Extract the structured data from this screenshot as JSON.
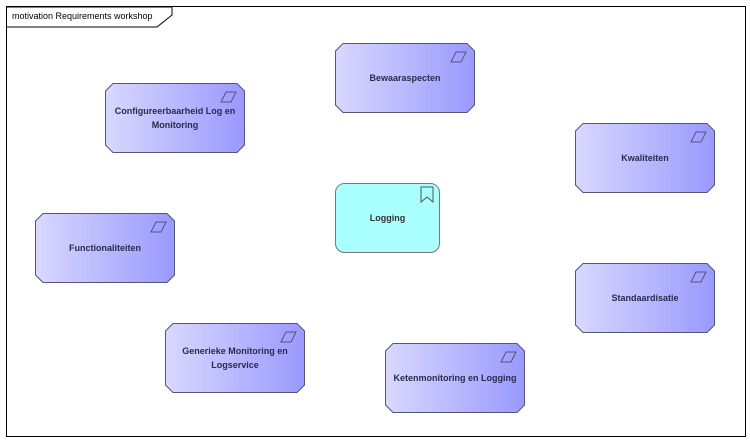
{
  "frame": {
    "title": "motivation Requirements workshop"
  },
  "colors": {
    "requirement_fill_light": "#d8d8ff",
    "requirement_fill_dark": "#9999ff",
    "requirement_border": "#555577",
    "driver_fill": "#aaffff",
    "driver_border": "#777777"
  },
  "requirements": [
    {
      "id": "bewaaraspecten",
      "label": "Bewaaraspecten"
    },
    {
      "id": "configureerbaarheid",
      "label": "Configureerbaarheid Log en Monitoring"
    },
    {
      "id": "kwaliteiten",
      "label": "Kwaliteiten"
    },
    {
      "id": "functionaliteiten",
      "label": "Functionaliteiten"
    },
    {
      "id": "standaardisatie",
      "label": "Standaardisatie"
    },
    {
      "id": "generieke-monitoring",
      "label": "Generieke Monitoring en Logservice"
    },
    {
      "id": "ketenmonitoring",
      "label": "Ketenmonitoring en Logging"
    }
  ],
  "driver": {
    "label": "Logging",
    "icon": "bookmark-icon"
  }
}
